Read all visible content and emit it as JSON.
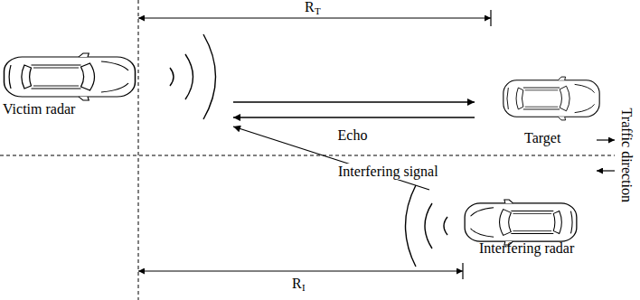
{
  "diagram": {
    "nodes": [
      {
        "text": [
          "Victim radar"
        ]
      },
      {
        "text": [
          "Target"
        ]
      },
      {
        "text": [
          "Interfering radar"
        ]
      }
    ],
    "edges": [
      {
        "from": 0,
        "to": 1,
        "arrow": "to"
      },
      {
        "from": 1,
        "to": 0,
        "arrow": "to",
        "label": "Echo"
      },
      {
        "from": 2,
        "to": 0,
        "arrow": "to",
        "label": "Interfering signal"
      }
    ],
    "labels": [
      "R",
      "T",
      "R",
      "I",
      "Traffic direction"
    ]
  }
}
